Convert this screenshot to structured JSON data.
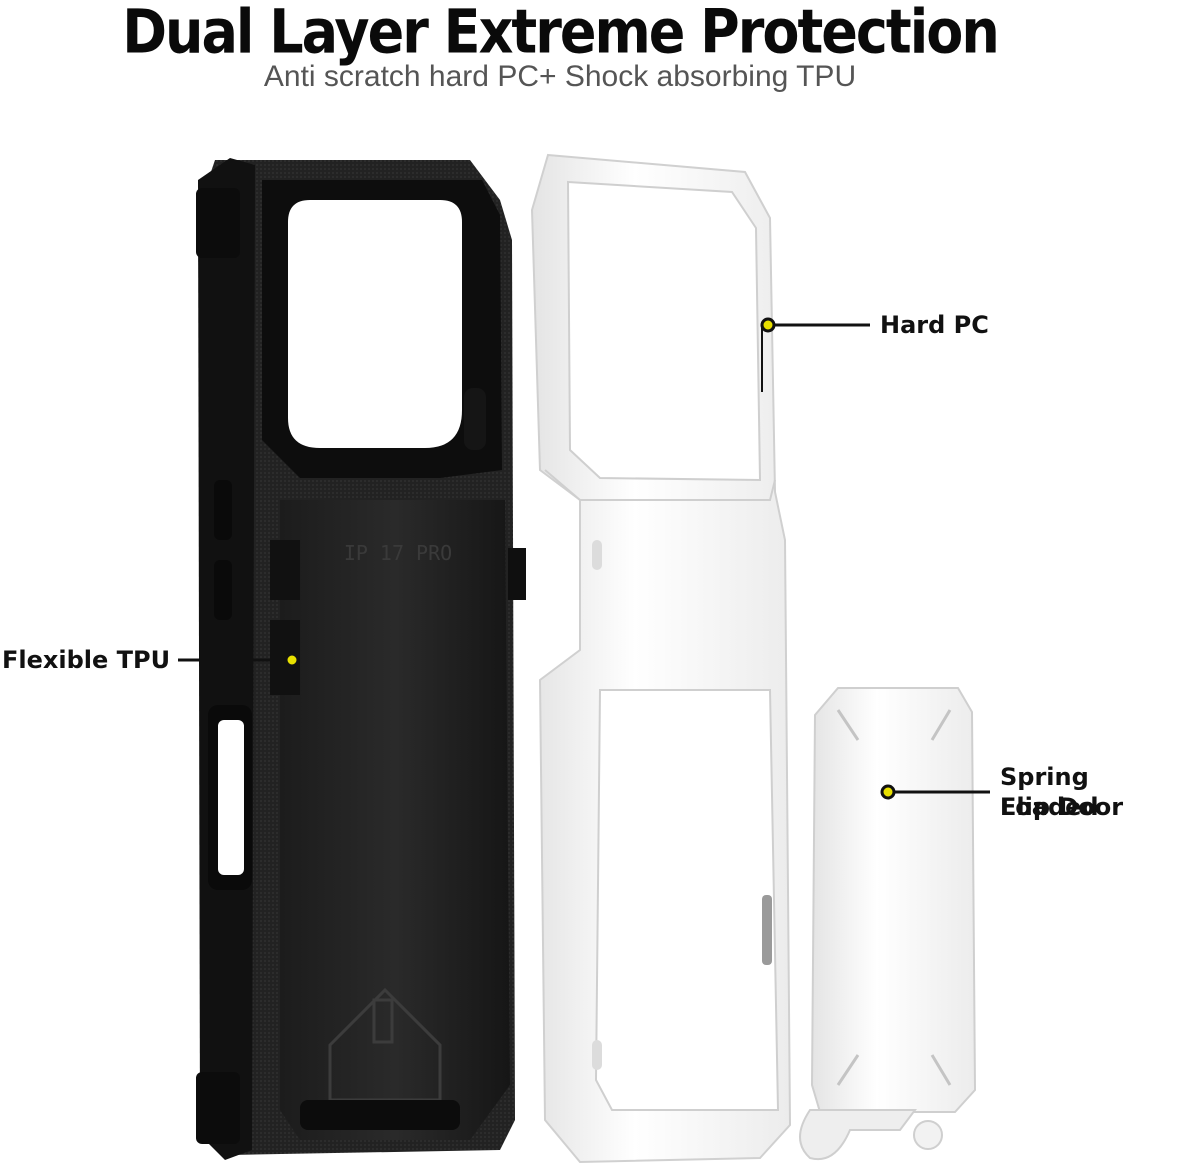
{
  "header": {
    "title": "Dual Layer Extreme Protection",
    "subtitle": "Anti scratch hard PC+ Shock absorbing TPU"
  },
  "case_markings": {
    "model_engraving": "IP 17 PRO"
  },
  "callouts": {
    "hard_pc": "Hard PC",
    "flexible_tpu": "Flexible TPU",
    "flip_door_line1": "Spring Loaded",
    "flip_door_line2": "Flip Door"
  },
  "colors": {
    "callout_dot": "#e8e000",
    "tpu_black": "#1a1a1a",
    "pc_white": "#f4f4f4"
  }
}
